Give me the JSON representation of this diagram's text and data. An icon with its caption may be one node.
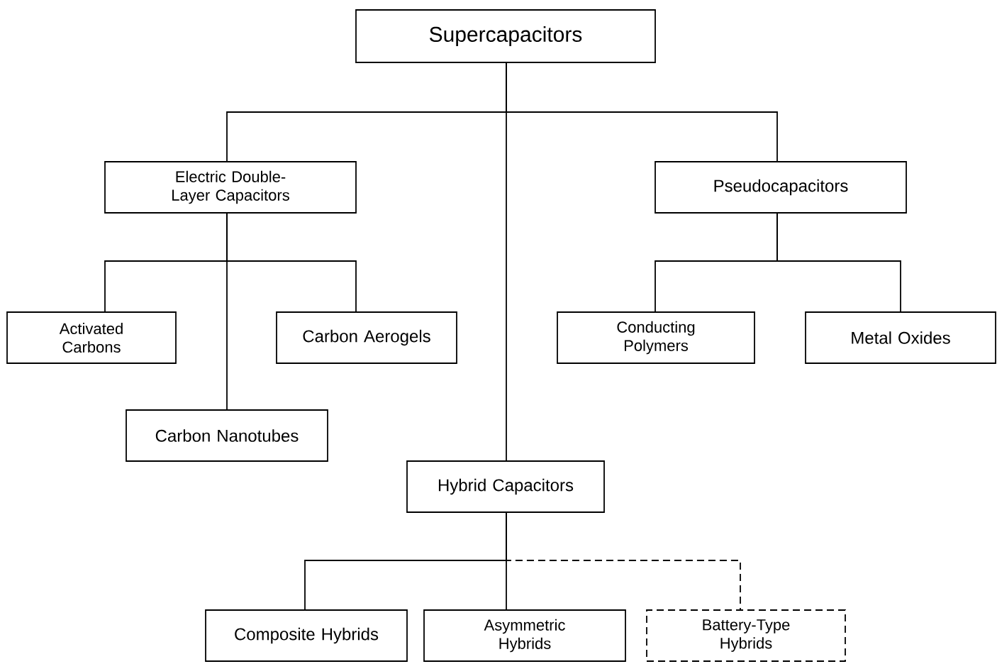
{
  "diagram": {
    "nodes": [
      {
        "text": [
          "Supercapacitors"
        ]
      },
      {
        "text": [
          "Electric Double-Layer Capacitors"
        ]
      },
      {
        "text": [
          "Pseudocapacitors"
        ]
      },
      {
        "text": [
          "Activated Carbons"
        ]
      },
      {
        "text": [
          "Carbon Aerogels"
        ]
      },
      {
        "text": [
          "Conducting Polymers"
        ]
      },
      {
        "text": [
          "Metal Oxides"
        ]
      },
      {
        "text": [
          "Carbon Nanotubes"
        ]
      },
      {
        "text": [
          "Hybrid Capacitors"
        ]
      },
      {
        "text": [
          "Composite Hybrids"
        ]
      },
      {
        "text": [
          "Asymmetric Hybrids"
        ]
      },
      {
        "text": [
          "Battery-Type Hybrids"
        ]
      }
    ],
    "edges": [
      {
        "from": 0,
        "to": 1,
        "arrow": "none"
      },
      {
        "from": 0,
        "to": 2,
        "arrow": "none"
      },
      {
        "from": 0,
        "to": 8,
        "arrow": "none"
      },
      {
        "from": 1,
        "to": 3,
        "arrow": "none"
      },
      {
        "from": 1,
        "to": 4,
        "arrow": "none"
      },
      {
        "from": 1,
        "to": 7,
        "arrow": "none"
      },
      {
        "from": 2,
        "to": 5,
        "arrow": "none"
      },
      {
        "from": 2,
        "to": 6,
        "arrow": "none"
      },
      {
        "from": 8,
        "to": 9,
        "arrow": "none"
      },
      {
        "from": 8,
        "to": 10,
        "arrow": "none"
      },
      {
        "from": 8,
        "to": 11,
        "arrow": "none",
        "style": "dashed"
      }
    ]
  }
}
